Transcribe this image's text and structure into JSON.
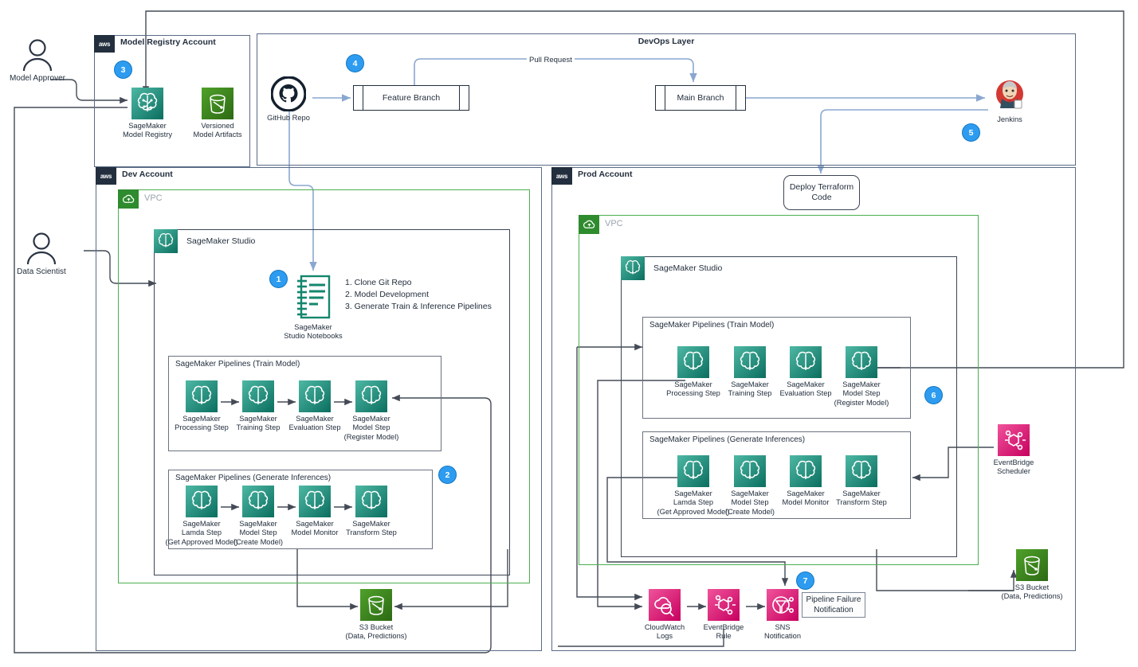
{
  "diagram": {
    "title": "AWS SageMaker MLOps multi-account architecture",
    "colors": {
      "sagemaker_teal": "#01A88D",
      "sagemaker_dark": "#0B6E5F",
      "s3_green": "#3F8624",
      "eventbridge_pink": "#E7157B",
      "badge_blue": "#2D9CF0",
      "vpc_green": "#4CAF50",
      "account_border": "#5A6B86",
      "wire_blue": "#8AA7D0",
      "wire_dark": "#444B56"
    }
  },
  "accounts": {
    "model_registry": {
      "title": "Model Registry Account",
      "aws_logo": "aws"
    },
    "dev": {
      "title": "Dev Account",
      "aws_logo": "aws"
    },
    "prod": {
      "title": "Prod Account",
      "aws_logo": "aws"
    },
    "devops": {
      "title": "DevOps Layer"
    }
  },
  "actors": [
    {
      "name": "Model Approver",
      "icon": "user-icon"
    },
    {
      "name": "Data Scientist",
      "icon": "user-icon"
    }
  ],
  "model_registry": {
    "nodes": [
      {
        "icon": "sagemaker-icon",
        "caption": "SageMaker\nModel Registry"
      },
      {
        "icon": "s3-bucket-icon",
        "caption": "Versioned\nModel Artifacts"
      }
    ],
    "badge": "3"
  },
  "devops": {
    "github": {
      "icon": "github-icon",
      "caption": "GitHub Repo"
    },
    "feature_branch": "Feature Branch",
    "main_branch": "Main Branch",
    "pull_request_label": "Pull Request",
    "jenkins": {
      "icon": "jenkins-icon",
      "caption": "Jenkins"
    },
    "badges": {
      "feature": "4",
      "jenkins": "5"
    }
  },
  "dev": {
    "vpc_label": "VPC",
    "studio_label": "SageMaker Studio",
    "notebook": {
      "icon": "notebook-icon",
      "caption": "SageMaker\nStudio Notebooks",
      "badge": "1",
      "steps": "1. Clone Git Repo\n2. Model Development\n3. Generate Train & Inference Pipelines"
    },
    "pipelines": [
      {
        "title": "SageMaker Pipelines (Train Model)",
        "steps": [
          {
            "icon": "sagemaker-icon",
            "caption": "SageMaker\nProcessing Step"
          },
          {
            "icon": "sagemaker-icon",
            "caption": "SageMaker\nTraining Step"
          },
          {
            "icon": "sagemaker-icon",
            "caption": "SageMaker\nEvaluation Step"
          },
          {
            "icon": "sagemaker-icon",
            "caption": "SageMaker\nModel Step\n(Register Model)"
          }
        ]
      },
      {
        "title": "SageMaker Pipelines (Generate Inferences)",
        "steps": [
          {
            "icon": "sagemaker-icon",
            "caption": "SageMaker\nLamda Step\n(Get Approved Model)"
          },
          {
            "icon": "sagemaker-icon",
            "caption": "SageMaker\nModel Step\n(Create Model)"
          },
          {
            "icon": "sagemaker-icon",
            "caption": "SageMaker\nModel Monitor"
          },
          {
            "icon": "sagemaker-icon",
            "caption": "SageMaker\nTransform Step"
          }
        ]
      }
    ],
    "badge": "2",
    "s3": {
      "icon": "s3-bucket-icon",
      "caption": "S3 Bucket\n(Data, Predictions)"
    }
  },
  "prod": {
    "vpc_label": "VPC",
    "studio_label": "SageMaker Studio",
    "deploy_note": "Deploy Terraform\nCode",
    "pipelines": [
      {
        "title": "SageMaker Pipelines (Train Model)",
        "steps": [
          {
            "icon": "sagemaker-icon",
            "caption": "SageMaker\nProcessing Step"
          },
          {
            "icon": "sagemaker-icon",
            "caption": "SageMaker\nTraining Step"
          },
          {
            "icon": "sagemaker-icon",
            "caption": "SageMaker\nEvaluation Step"
          },
          {
            "icon": "sagemaker-icon",
            "caption": "SageMaker\nModel Step\n(Register Model)"
          }
        ]
      },
      {
        "title": "SageMaker Pipelines (Generate Inferences)",
        "steps": [
          {
            "icon": "sagemaker-icon",
            "caption": "SageMaker\nLamda Step\n(Get Approved Model)"
          },
          {
            "icon": "sagemaker-icon",
            "caption": "SageMaker\nModel Step\n(Create Model)"
          },
          {
            "icon": "sagemaker-icon",
            "caption": "SageMaker\nModel Monitor"
          },
          {
            "icon": "sagemaker-icon",
            "caption": "SageMaker\nTransform Step"
          }
        ]
      }
    ],
    "badges": {
      "pipelines": "6",
      "notification": "7"
    },
    "eventbridge_scheduler": {
      "icon": "eventbridge-icon",
      "caption": "EventBridge\nScheduler"
    },
    "s3": {
      "icon": "s3-bucket-icon",
      "caption": "S3 Bucket\n(Data, Predictions)"
    },
    "monitoring": [
      {
        "icon": "cloudwatch-icon",
        "caption": "CloudWatch\nLogs"
      },
      {
        "icon": "eventbridge-icon",
        "caption": "EventBridge\nRule"
      },
      {
        "icon": "sns-icon",
        "caption": "SNS\nNotification"
      }
    ],
    "failure_note": "Pipeline Failure\nNotification"
  }
}
